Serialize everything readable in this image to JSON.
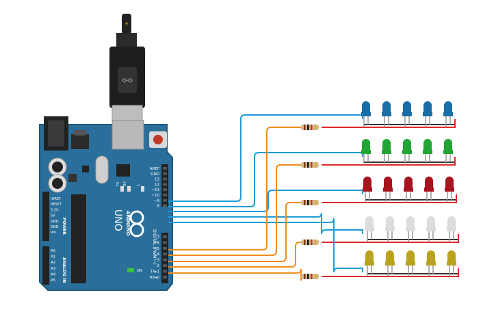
{
  "board": {
    "brand": "ARDUINO",
    "model": "UNO",
    "digital_label": "DIGITAL (PWM ~)",
    "power_label": "POWER",
    "analog_label": "ANALOG IN",
    "on_label": "ON",
    "l_label": "L",
    "tx_label": "TX",
    "rx_label": "RX",
    "top_pins": [
      "AREF",
      "GND",
      "13",
      "12",
      "~11",
      "~10",
      "~9",
      "8"
    ],
    "bottom_pins": [
      "7",
      "~6",
      "~5",
      "4",
      "~3",
      "2",
      "TX▸1",
      "RX◂0"
    ],
    "power_pins": [
      "IOREF",
      "RESET",
      "3.3V",
      "5V",
      "GND",
      "GND",
      "Vin"
    ],
    "analog_pins": [
      "A0",
      "A1",
      "A2",
      "A3",
      "A4",
      "A5"
    ]
  },
  "colors": {
    "board": "#2a6f9b",
    "board_edge": "#1f5878",
    "wire_signal": "#1e9bd6",
    "wire_pwm": "#f08c1e",
    "wire_red": "#e02828",
    "wire_black": "#333333",
    "led_blue": "#1a6ea8",
    "led_green": "#22a533",
    "led_red": "#a8141e",
    "led_white": "#dcdcdc",
    "led_yellow": "#b8a21e"
  },
  "led_rows": [
    {
      "color": "blue",
      "count": 5
    },
    {
      "color": "green",
      "count": 5
    },
    {
      "color": "red",
      "count": 5
    },
    {
      "color": "white",
      "count": 5
    },
    {
      "color": "yellow",
      "count": 5
    }
  ]
}
